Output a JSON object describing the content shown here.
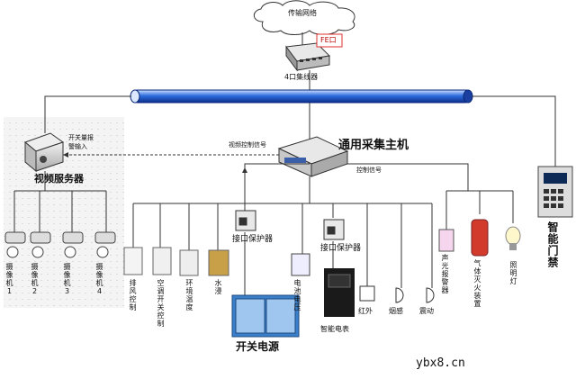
{
  "network": {
    "cloud_label": "传输网络",
    "fe_label": "FE口",
    "switch_label": "4口集线器"
  },
  "host": {
    "title": "通用采集主机",
    "video_signal": "视频控制信号",
    "control_signal": "控制信号"
  },
  "video": {
    "server_label": "视频服务器",
    "switch_input_line1": "开关量报",
    "switch_input_line2": "警输入",
    "cameras": [
      "摄像机1",
      "摄像机2",
      "摄像机3",
      "摄像机4"
    ]
  },
  "sensors": {
    "fan": "排风控制",
    "ac": "空调开关控制",
    "env": "环境温度",
    "water": "水浸"
  },
  "interface": {
    "left": "接口保护器",
    "right": "接口保护器"
  },
  "power": {
    "title": "开关电源",
    "battery": "电池电压",
    "meter": "智能电表"
  },
  "detectors": {
    "infrared": "红外",
    "smoke": "烟感",
    "vibration": "震动"
  },
  "alarms": {
    "sound_light": "声光报警器",
    "gas": "气体灭火装置",
    "light": "照明灯"
  },
  "access": {
    "title": "智能门禁"
  },
  "watermark": "ybx8.cn"
}
